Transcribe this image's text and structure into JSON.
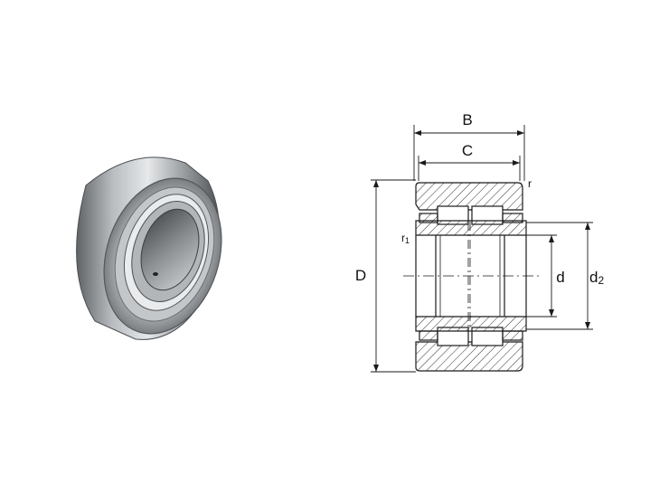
{
  "product_photo": {
    "subject": "needle-roller-bearing"
  },
  "drawing": {
    "labels": {
      "B": "B",
      "C": "C",
      "r": "r",
      "r1_main": "r",
      "r1_sub": "1",
      "D": "D",
      "d": "d",
      "d2_main": "d",
      "d2_sub": "2"
    },
    "colors": {
      "line": "#1a1a1a",
      "hatch": "#333333"
    }
  }
}
